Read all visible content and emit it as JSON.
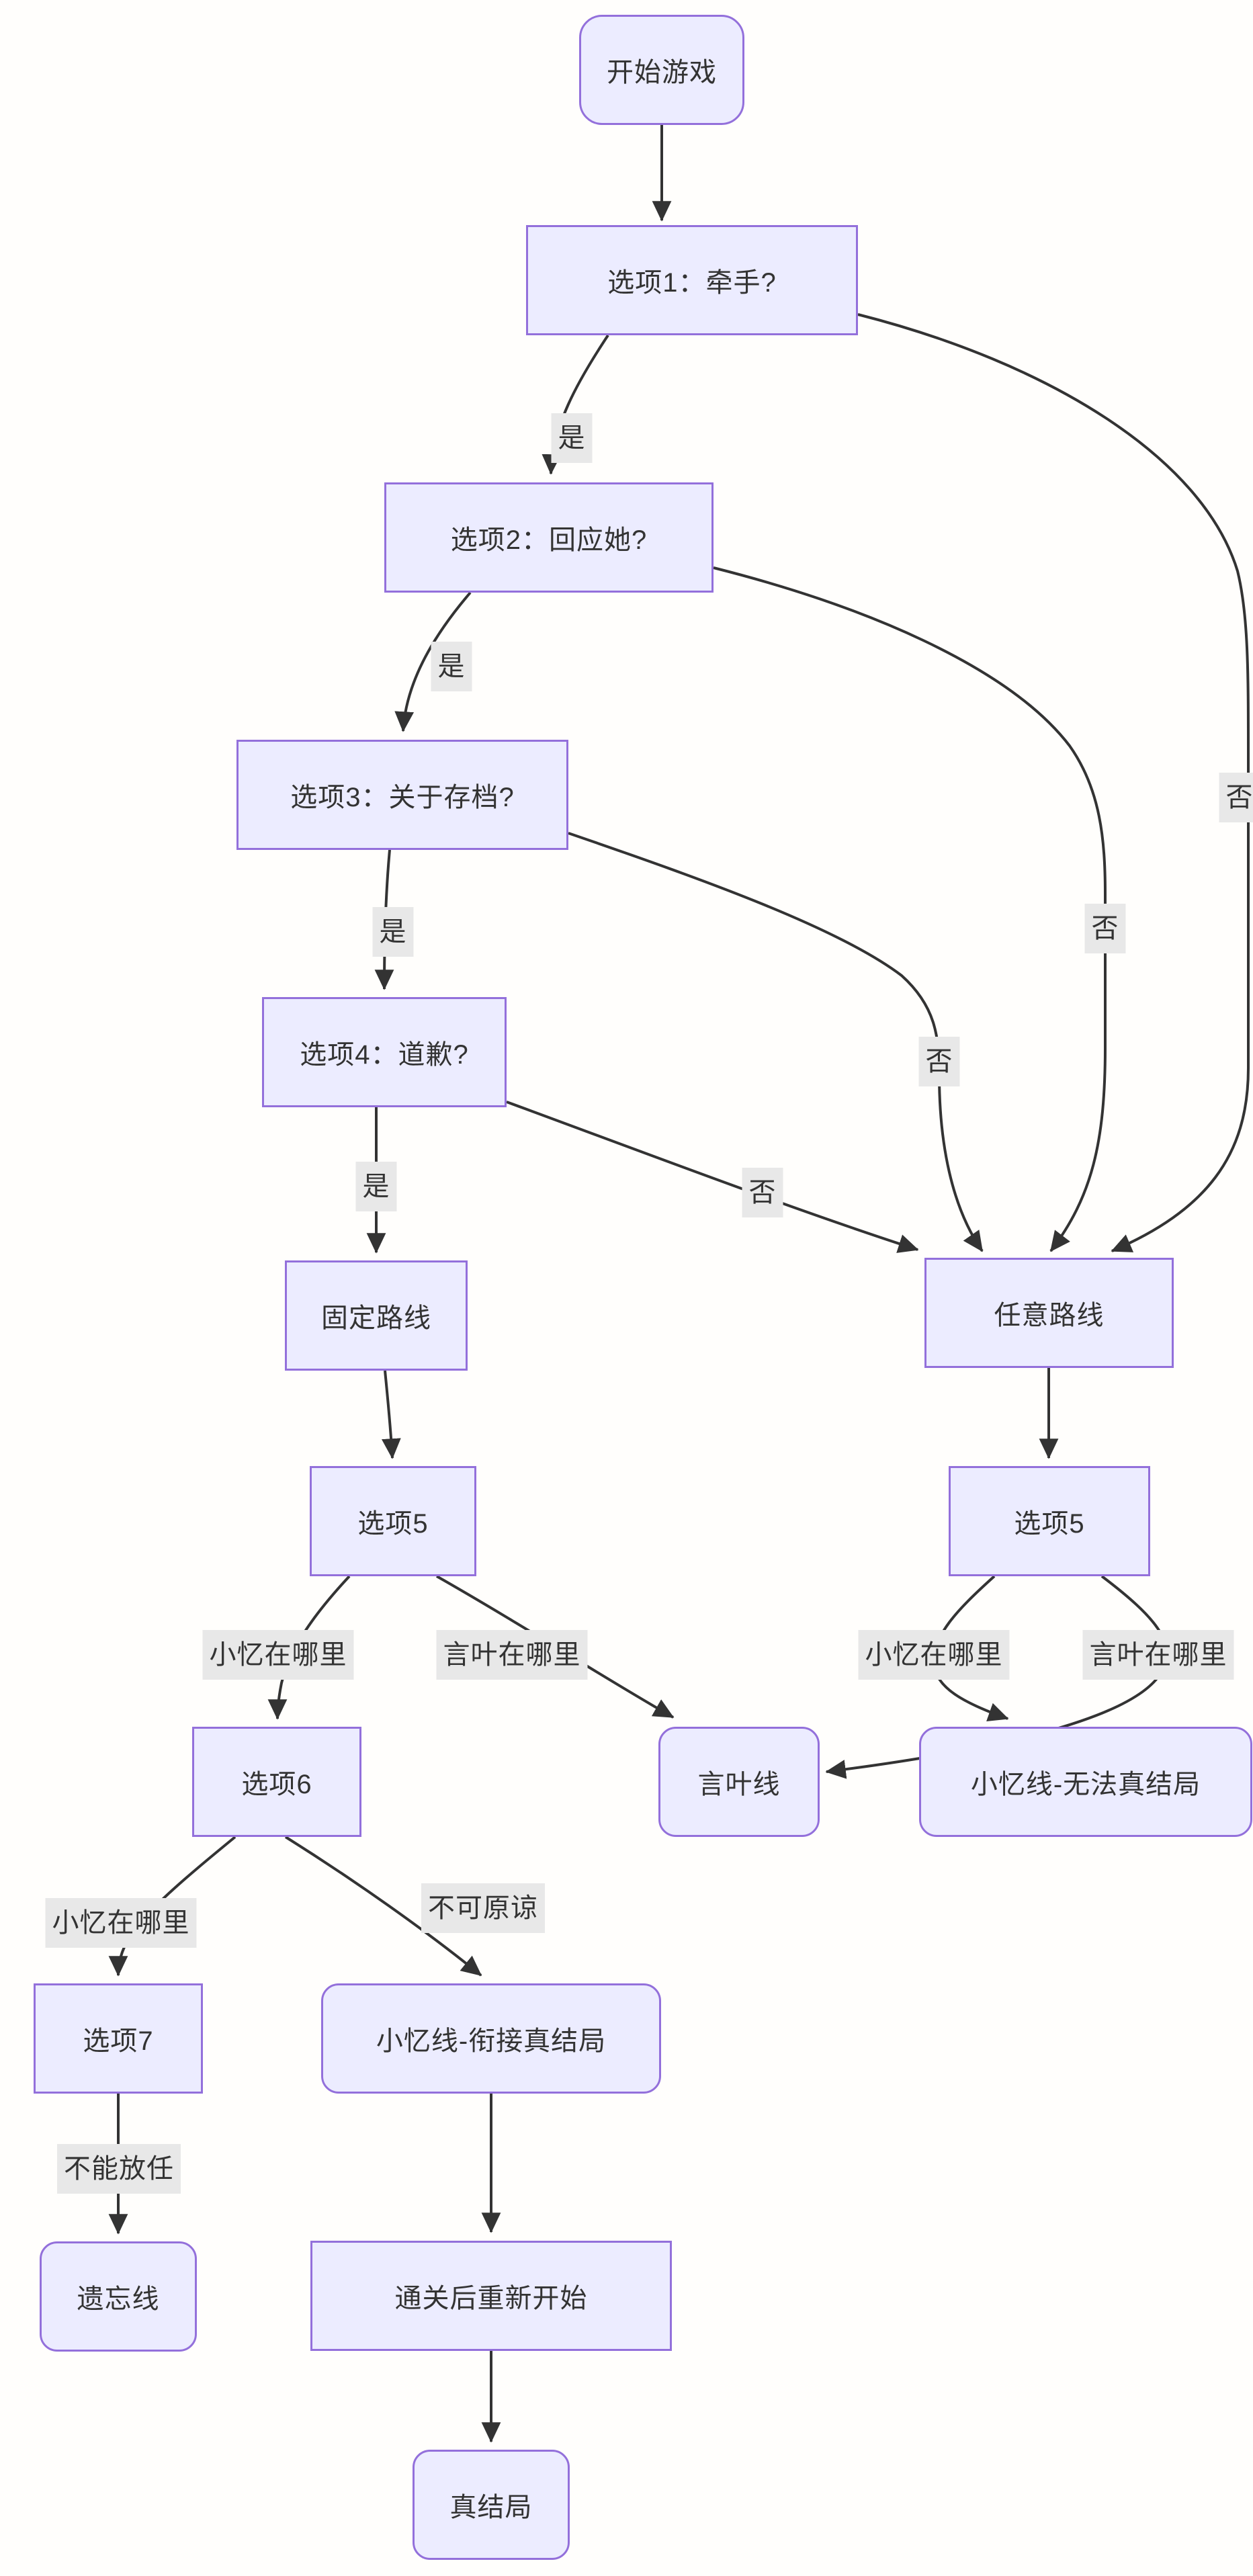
{
  "diagram": {
    "type": "flowchart",
    "direction": "top-down",
    "colors": {
      "node_fill": "#ECECFF",
      "node_border": "#9370DB",
      "edge": "#333333",
      "edge_label_bg": "#e8e8e8",
      "text": "#333333",
      "background": "#fffefc"
    },
    "nodes": [
      {
        "id": "start",
        "label": "开始游戏",
        "shape": "rounded"
      },
      {
        "id": "q1",
        "label": "选项1：牵手?",
        "shape": "rect"
      },
      {
        "id": "q2",
        "label": "选项2：回应她?",
        "shape": "rect"
      },
      {
        "id": "q3",
        "label": "选项3：关于存档?",
        "shape": "rect"
      },
      {
        "id": "q4",
        "label": "选项4：道歉?",
        "shape": "rect"
      },
      {
        "id": "fixed-route",
        "label": "固定路线",
        "shape": "rect"
      },
      {
        "id": "any-route",
        "label": "任意路线",
        "shape": "rect"
      },
      {
        "id": "q5-left",
        "label": "选项5",
        "shape": "rect"
      },
      {
        "id": "q5-right",
        "label": "选项5",
        "shape": "rect"
      },
      {
        "id": "q6",
        "label": "选项6",
        "shape": "rect"
      },
      {
        "id": "yanye-line",
        "label": "言叶线",
        "shape": "rounded"
      },
      {
        "id": "xiaoyi-no-true",
        "label": "小忆线-无法真结局",
        "shape": "rounded"
      },
      {
        "id": "q7",
        "label": "选项7",
        "shape": "rect"
      },
      {
        "id": "xiaoyi-link-true",
        "label": "小忆线-衔接真结局",
        "shape": "rounded"
      },
      {
        "id": "forget-line",
        "label": "遗忘线",
        "shape": "rounded"
      },
      {
        "id": "restart",
        "label": "通关后重新开始",
        "shape": "rect"
      },
      {
        "id": "true-end",
        "label": "真结局",
        "shape": "rounded"
      }
    ],
    "edges": [
      {
        "from": "start",
        "to": "q1",
        "label": ""
      },
      {
        "from": "q1",
        "to": "q2",
        "label": "是"
      },
      {
        "from": "q1",
        "to": "any-route",
        "label": "否"
      },
      {
        "from": "q2",
        "to": "q3",
        "label": "是"
      },
      {
        "from": "q2",
        "to": "any-route",
        "label": "否"
      },
      {
        "from": "q3",
        "to": "q4",
        "label": "是"
      },
      {
        "from": "q3",
        "to": "any-route",
        "label": "否"
      },
      {
        "from": "q4",
        "to": "fixed-route",
        "label": "是"
      },
      {
        "from": "q4",
        "to": "any-route",
        "label": "否"
      },
      {
        "from": "fixed-route",
        "to": "q5-left",
        "label": ""
      },
      {
        "from": "any-route",
        "to": "q5-right",
        "label": ""
      },
      {
        "from": "q5-left",
        "to": "q6",
        "label": "小忆在哪里"
      },
      {
        "from": "q5-left",
        "to": "yanye-line",
        "label": "言叶在哪里"
      },
      {
        "from": "q5-right",
        "to": "xiaoyi-no-true",
        "label": "小忆在哪里"
      },
      {
        "from": "q5-right",
        "to": "yanye-line",
        "label": "言叶在哪里"
      },
      {
        "from": "q6",
        "to": "q7",
        "label": "小忆在哪里"
      },
      {
        "from": "q6",
        "to": "xiaoyi-link-true",
        "label": "不可原谅"
      },
      {
        "from": "q7",
        "to": "forget-line",
        "label": "不能放任"
      },
      {
        "from": "xiaoyi-link-true",
        "to": "restart",
        "label": ""
      },
      {
        "from": "restart",
        "to": "true-end",
        "label": ""
      }
    ]
  }
}
